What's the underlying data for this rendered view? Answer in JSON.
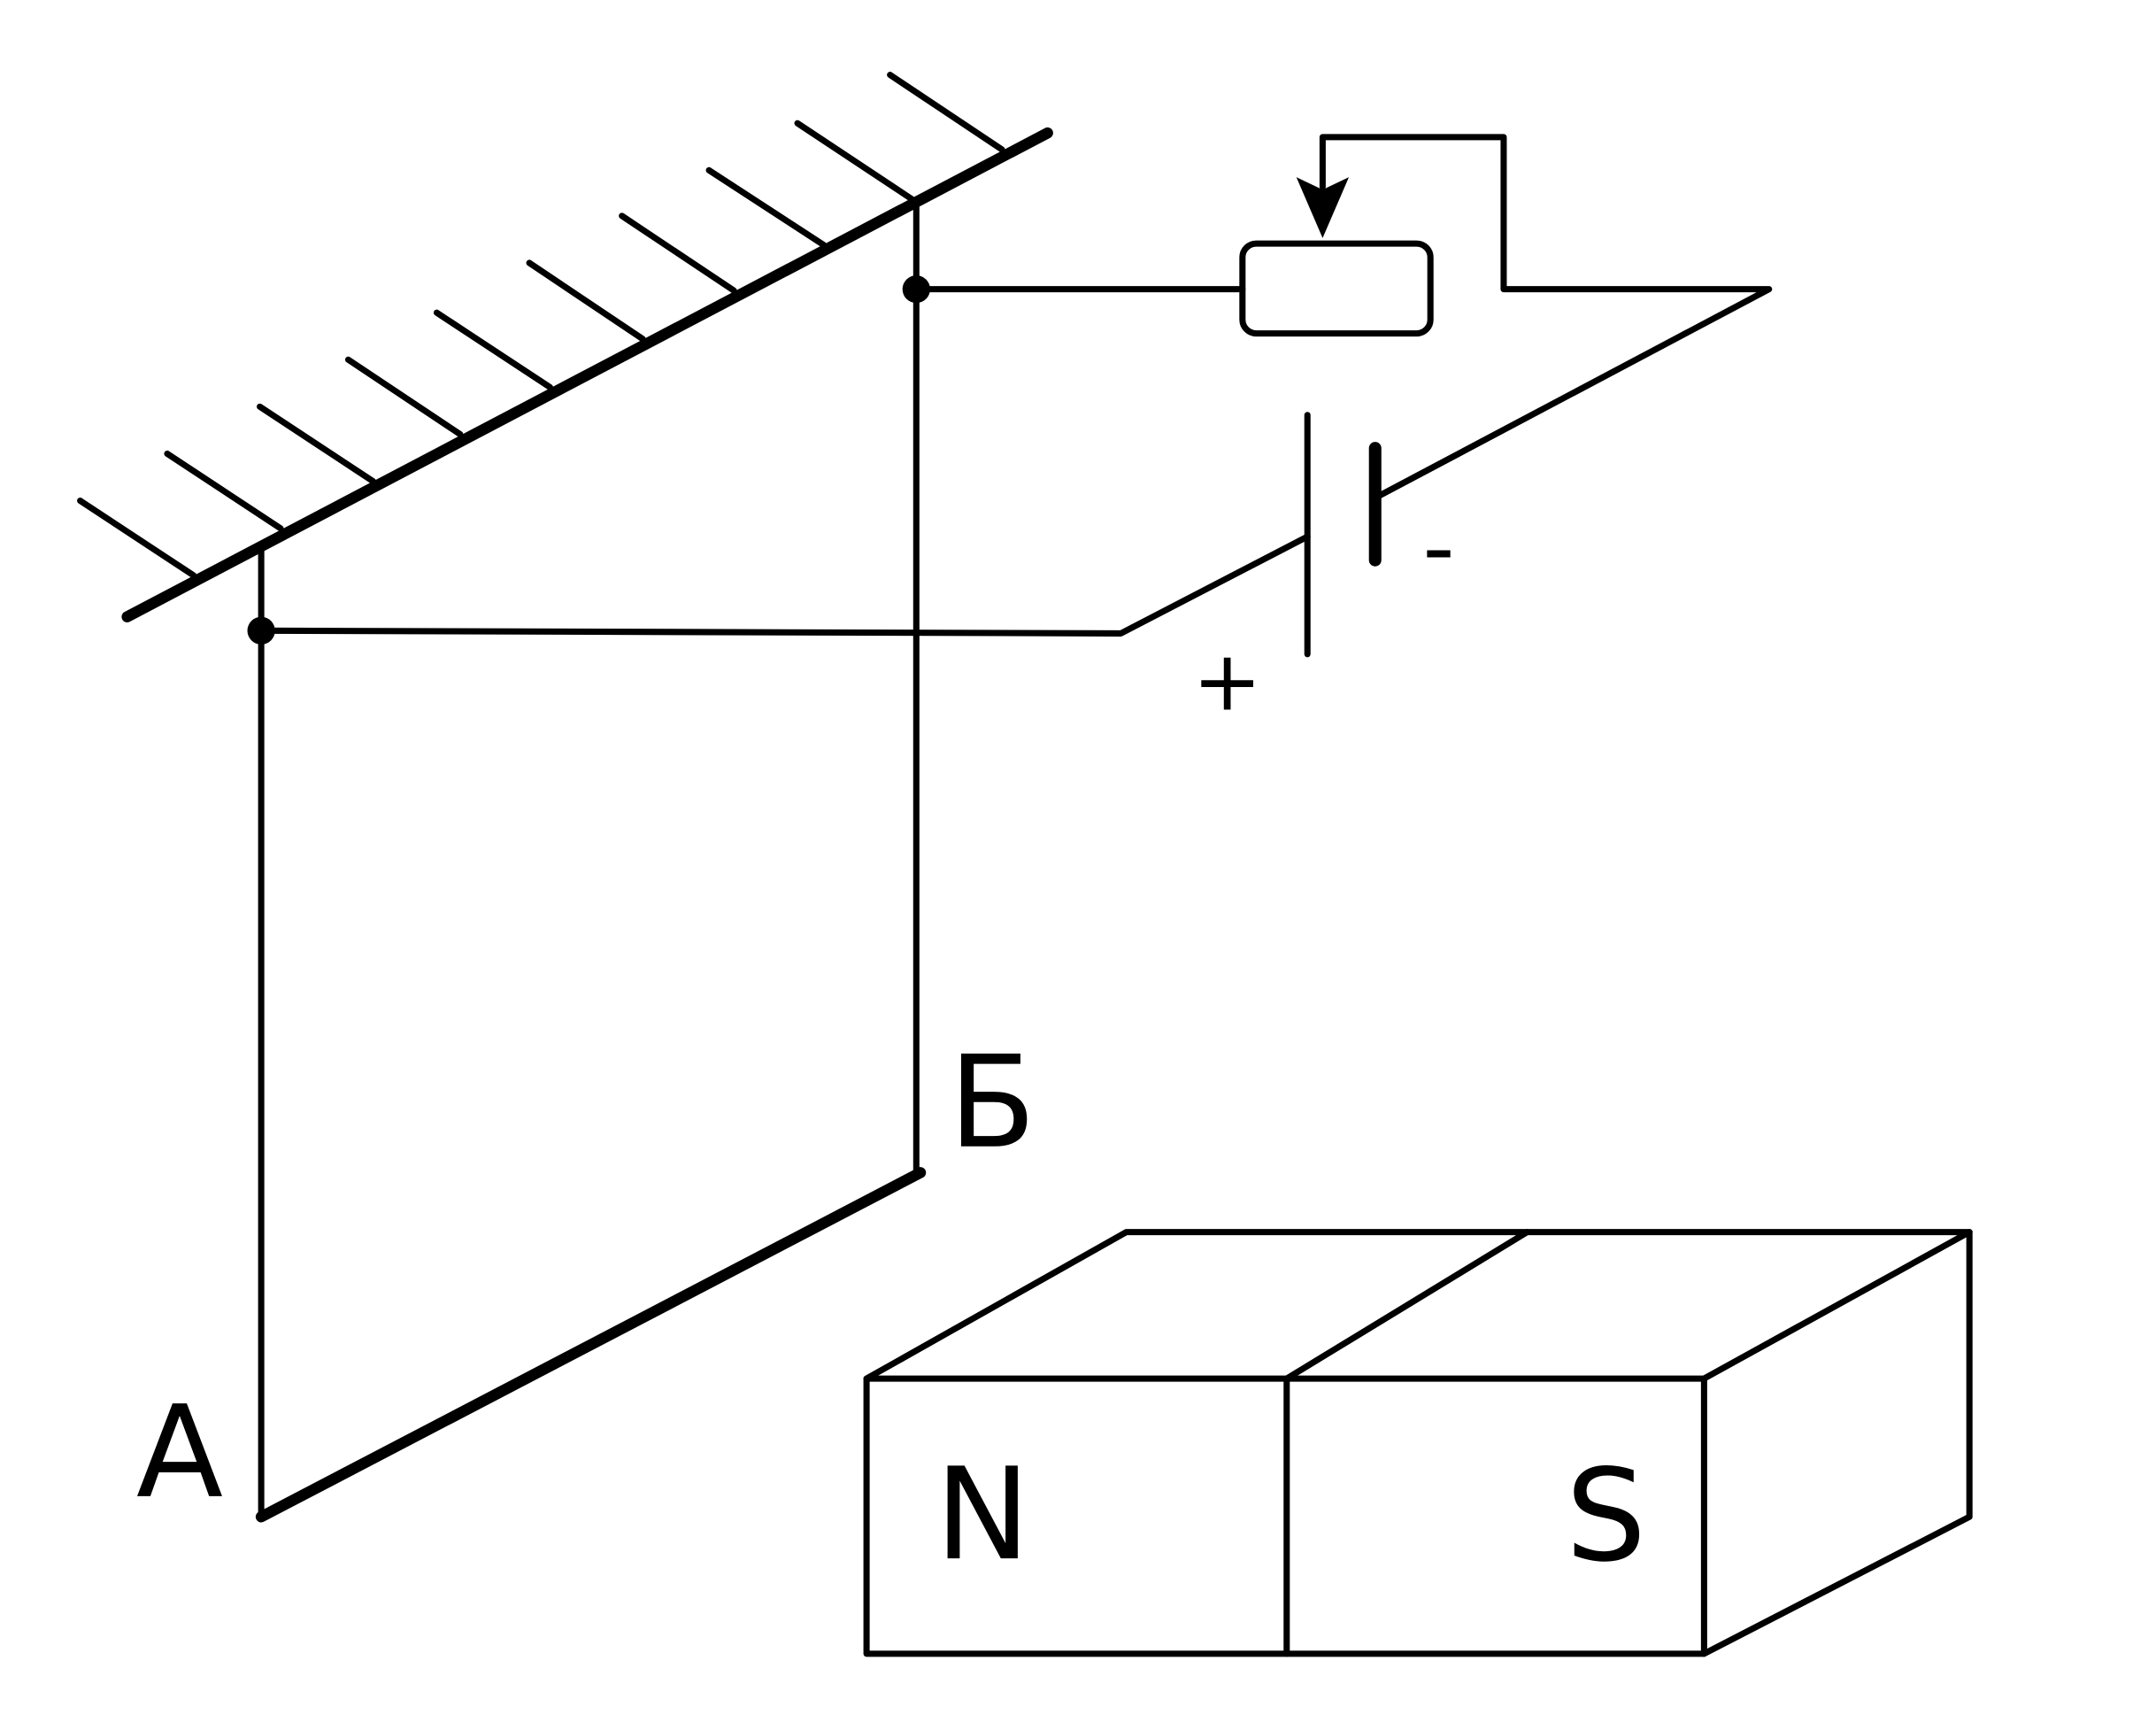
{
  "labels": {
    "point_a": "А",
    "point_b": "Б",
    "north_pole": "N",
    "south_pole": "S",
    "battery_plus": "+",
    "battery_minus": "-"
  },
  "colors": {
    "line": "#000000",
    "background": "#ffffff"
  }
}
